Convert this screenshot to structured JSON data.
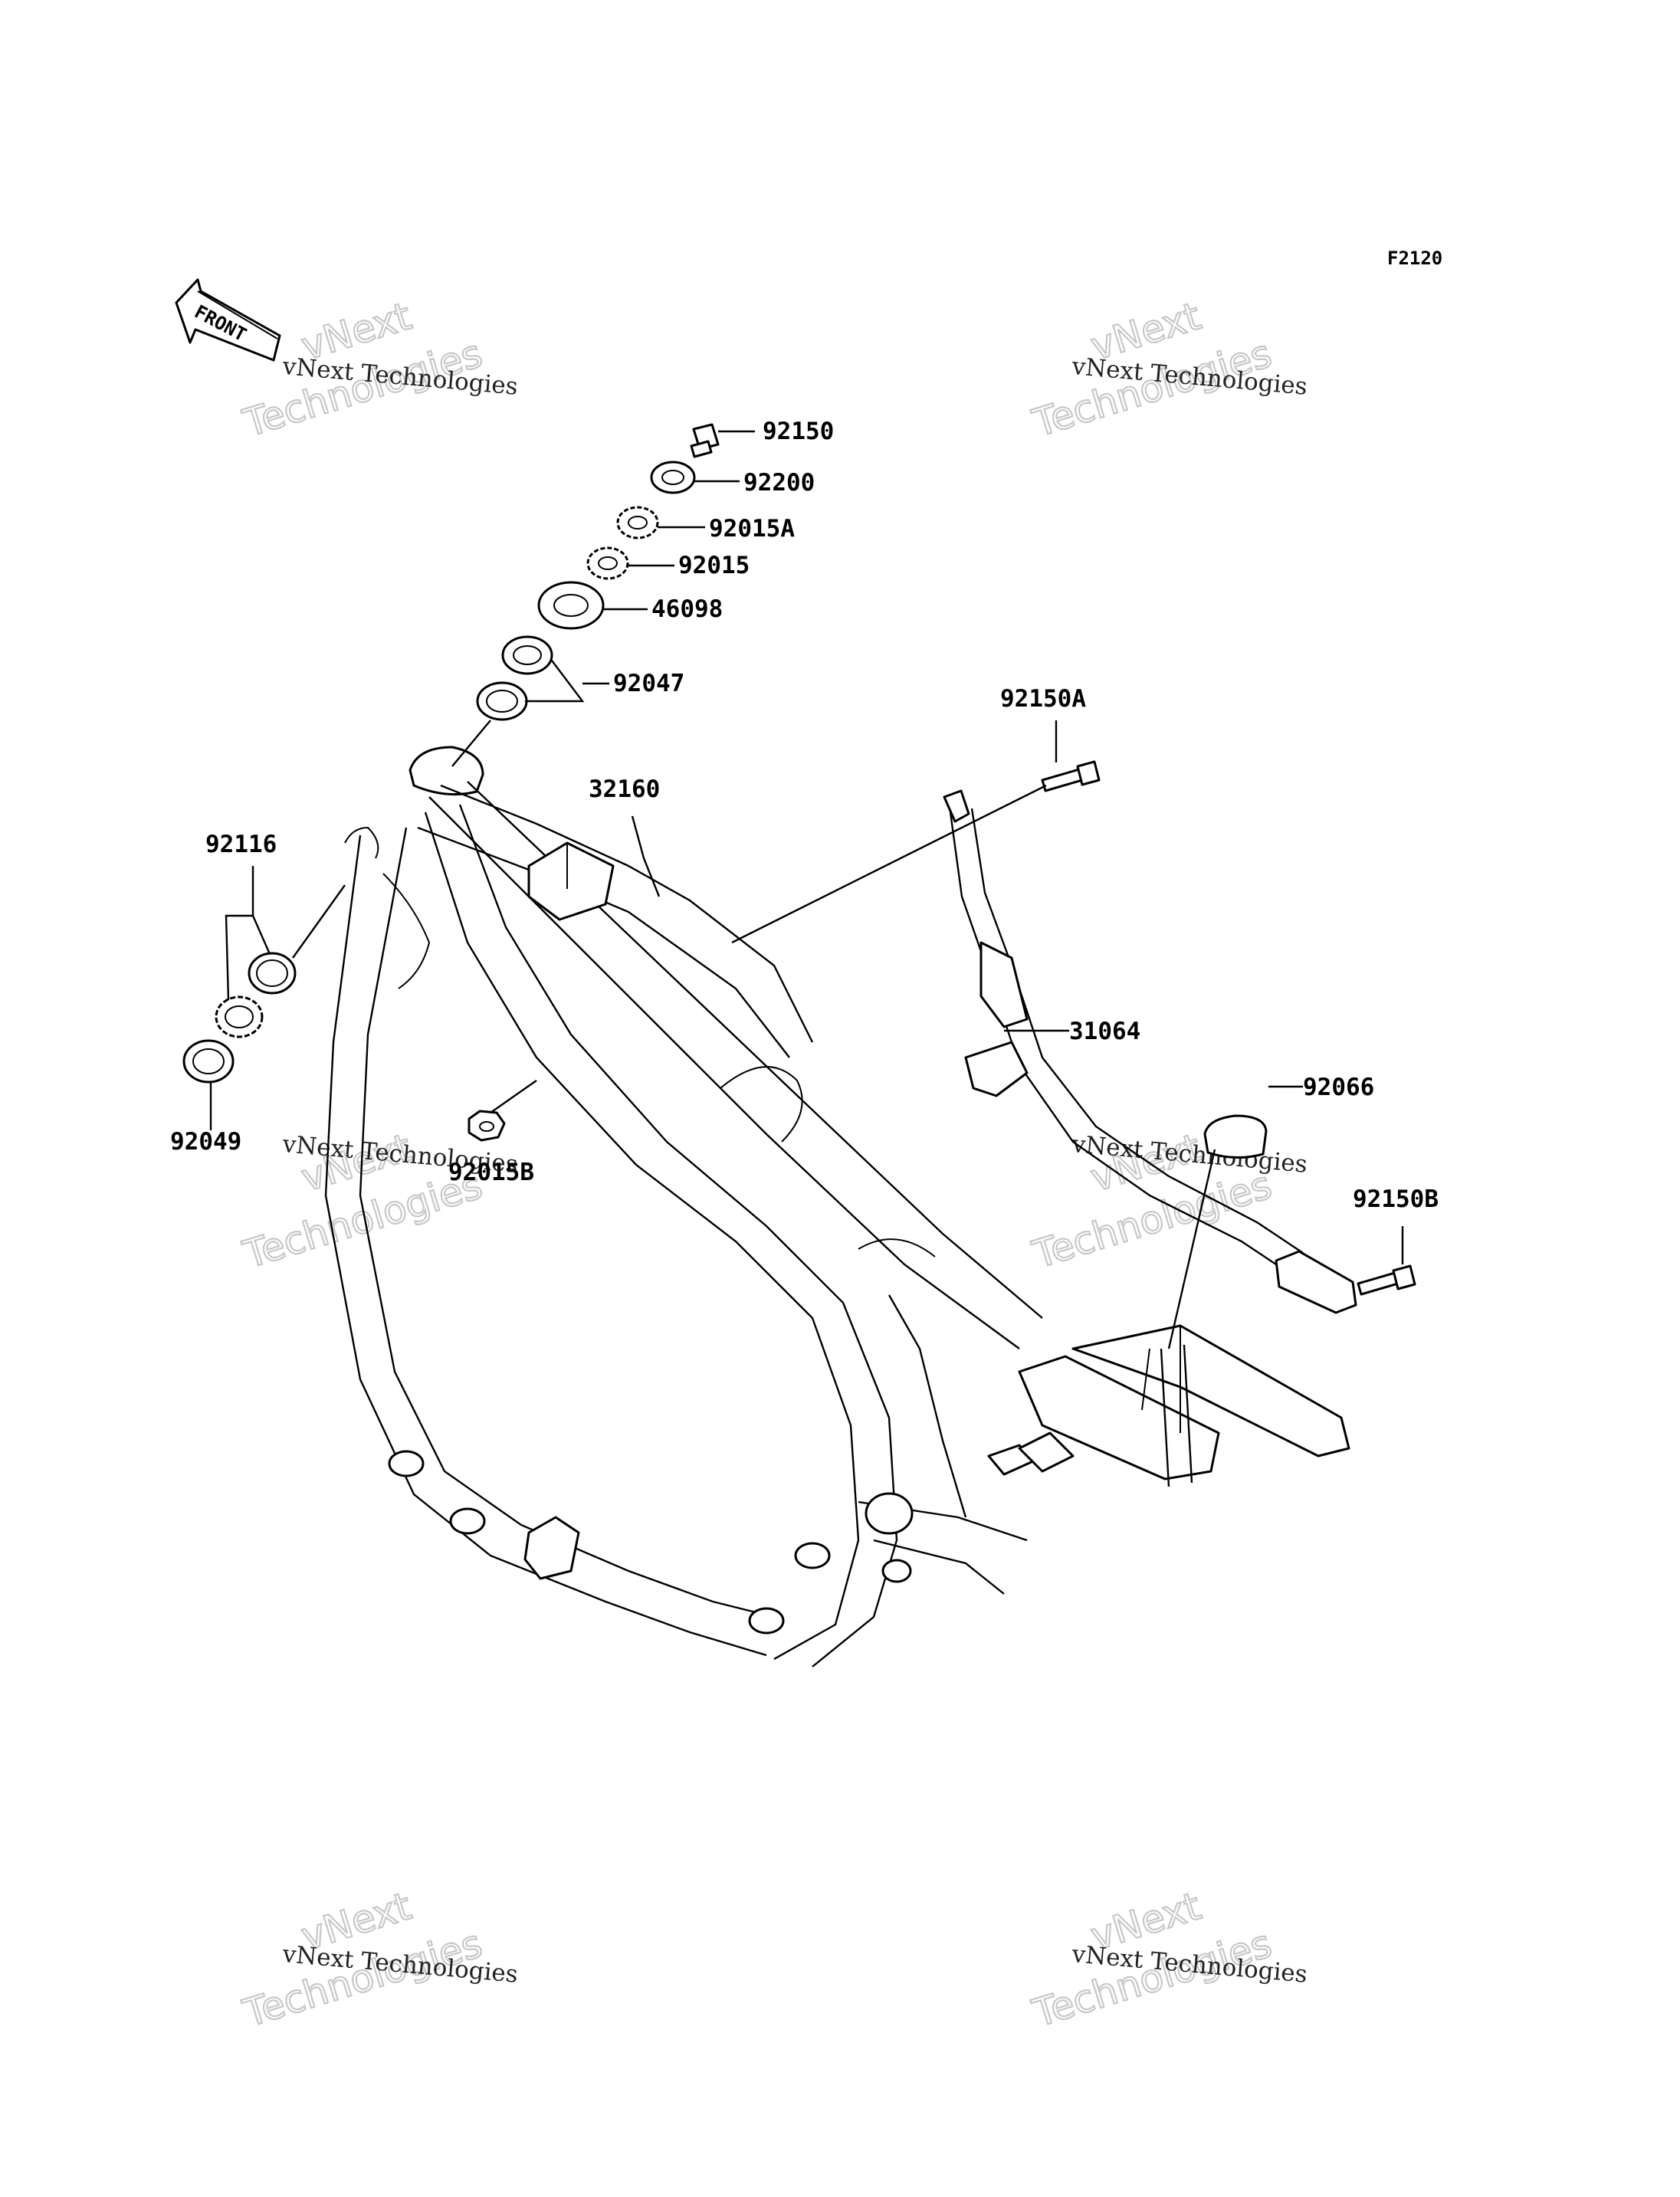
{
  "figure_code": "F2120",
  "front_label": "FRONT",
  "watermark": {
    "line": "vNext Technologies",
    "big_top": "vNext",
    "big_bottom": "Technologies"
  },
  "parts": {
    "p92150": "92150",
    "p92200": "92200",
    "p92015A": "92015A",
    "p92015": "92015",
    "p46098": "46098",
    "p92047": "92047",
    "p32160": "32160",
    "p92116": "92116",
    "p92049": "92049",
    "p92015B": "92015B",
    "p92150A": "92150A",
    "p31064": "31064",
    "p92066": "92066",
    "p92150B": "92150B"
  }
}
